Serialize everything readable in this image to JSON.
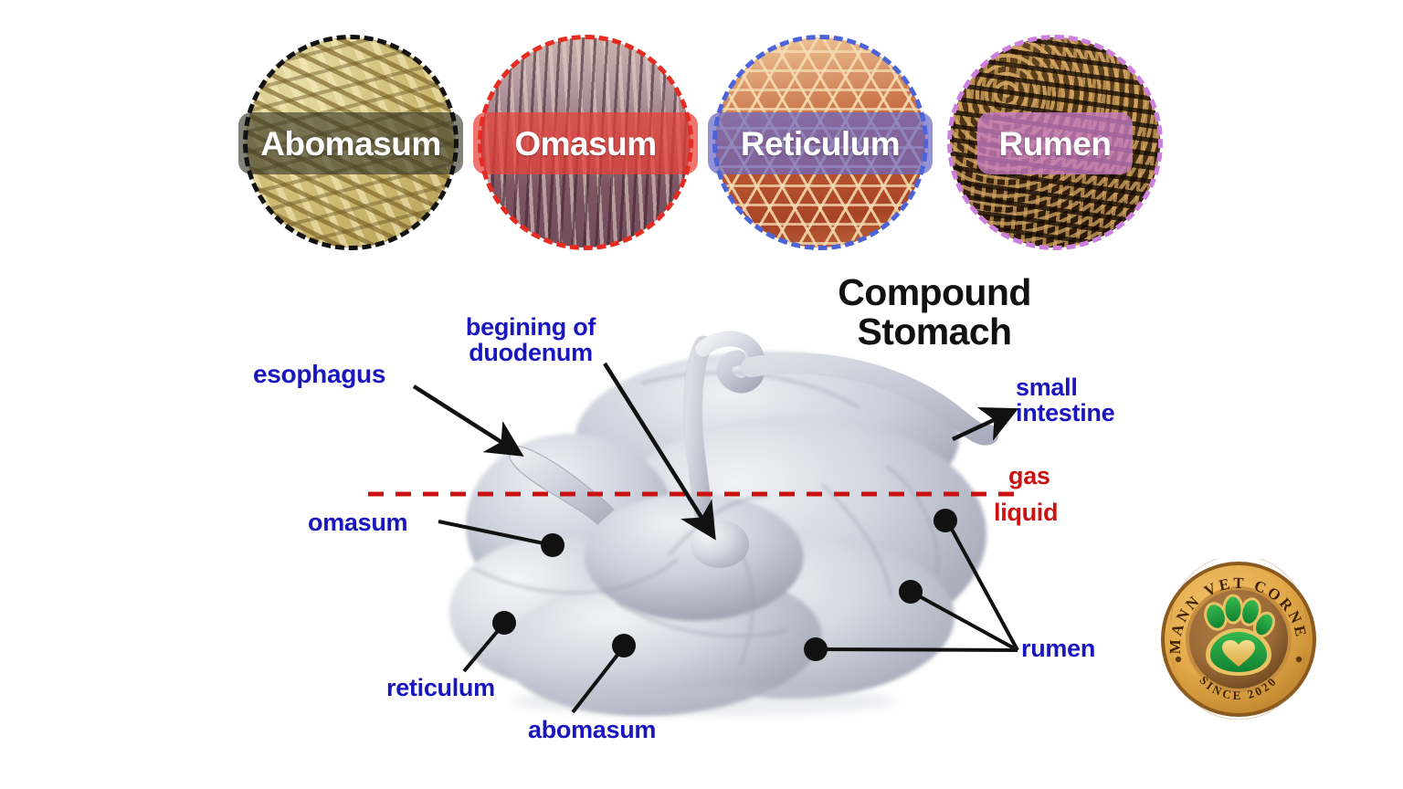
{
  "headline": {
    "line1": "Compound",
    "line2": "Stomach"
  },
  "thumbnails": [
    {
      "name": "abomasum",
      "label": "Abomasum",
      "ring_color": "#121212",
      "capsule_color": "rgba(54,54,38,0.62)",
      "texture": "tex-abomasum"
    },
    {
      "name": "omasum",
      "label": "Omasum",
      "ring_color": "#e52b22",
      "capsule_color": "rgba(233,64,56,0.72)",
      "texture": "tex-omasum"
    },
    {
      "name": "reticulum",
      "label": "Reticulum",
      "ring_color": "#4d63d8",
      "capsule_color": "rgba(108,106,196,0.72)",
      "texture": "tex-reticulum"
    },
    {
      "name": "rumen",
      "label": "Rumen",
      "ring_color": "#cc7fdc",
      "capsule_color": "rgba(198,124,196,0.78)",
      "texture": "tex-rumen"
    }
  ],
  "diagram": {
    "labels": [
      {
        "name": "esophagus",
        "text": "esophagus",
        "color": "#1a16bf"
      },
      {
        "name": "duodenum",
        "text": "begining of\nduodenum",
        "color": "#1a16bf"
      },
      {
        "name": "small-intestine",
        "text": "small\nintestine",
        "color": "#1a16bf"
      },
      {
        "name": "gas",
        "text": "gas",
        "color": "#cc1111"
      },
      {
        "name": "liquid",
        "text": "liquid",
        "color": "#cc1111"
      },
      {
        "name": "omasum",
        "text": "omasum",
        "color": "#1a16bf"
      },
      {
        "name": "reticulum",
        "text": "reticulum",
        "color": "#1a16bf"
      },
      {
        "name": "abomasum",
        "text": "abomasum",
        "color": "#1a16bf"
      },
      {
        "name": "rumen",
        "text": "rumen",
        "color": "#1a16bf"
      }
    ],
    "divider_color": "#cc1111",
    "leader_color": "#111111",
    "organ_fill": "#c2c5d2"
  },
  "logo": {
    "top_text": "MANN VET CORNER",
    "bottom_text": "SINCE 2020",
    "wood_color": "#e2a94a",
    "wood_dark": "#8a5a1e",
    "inner_color": "#9c6a37",
    "paw_color": "#1f9e3e",
    "heart_color": "#e8c35a"
  }
}
